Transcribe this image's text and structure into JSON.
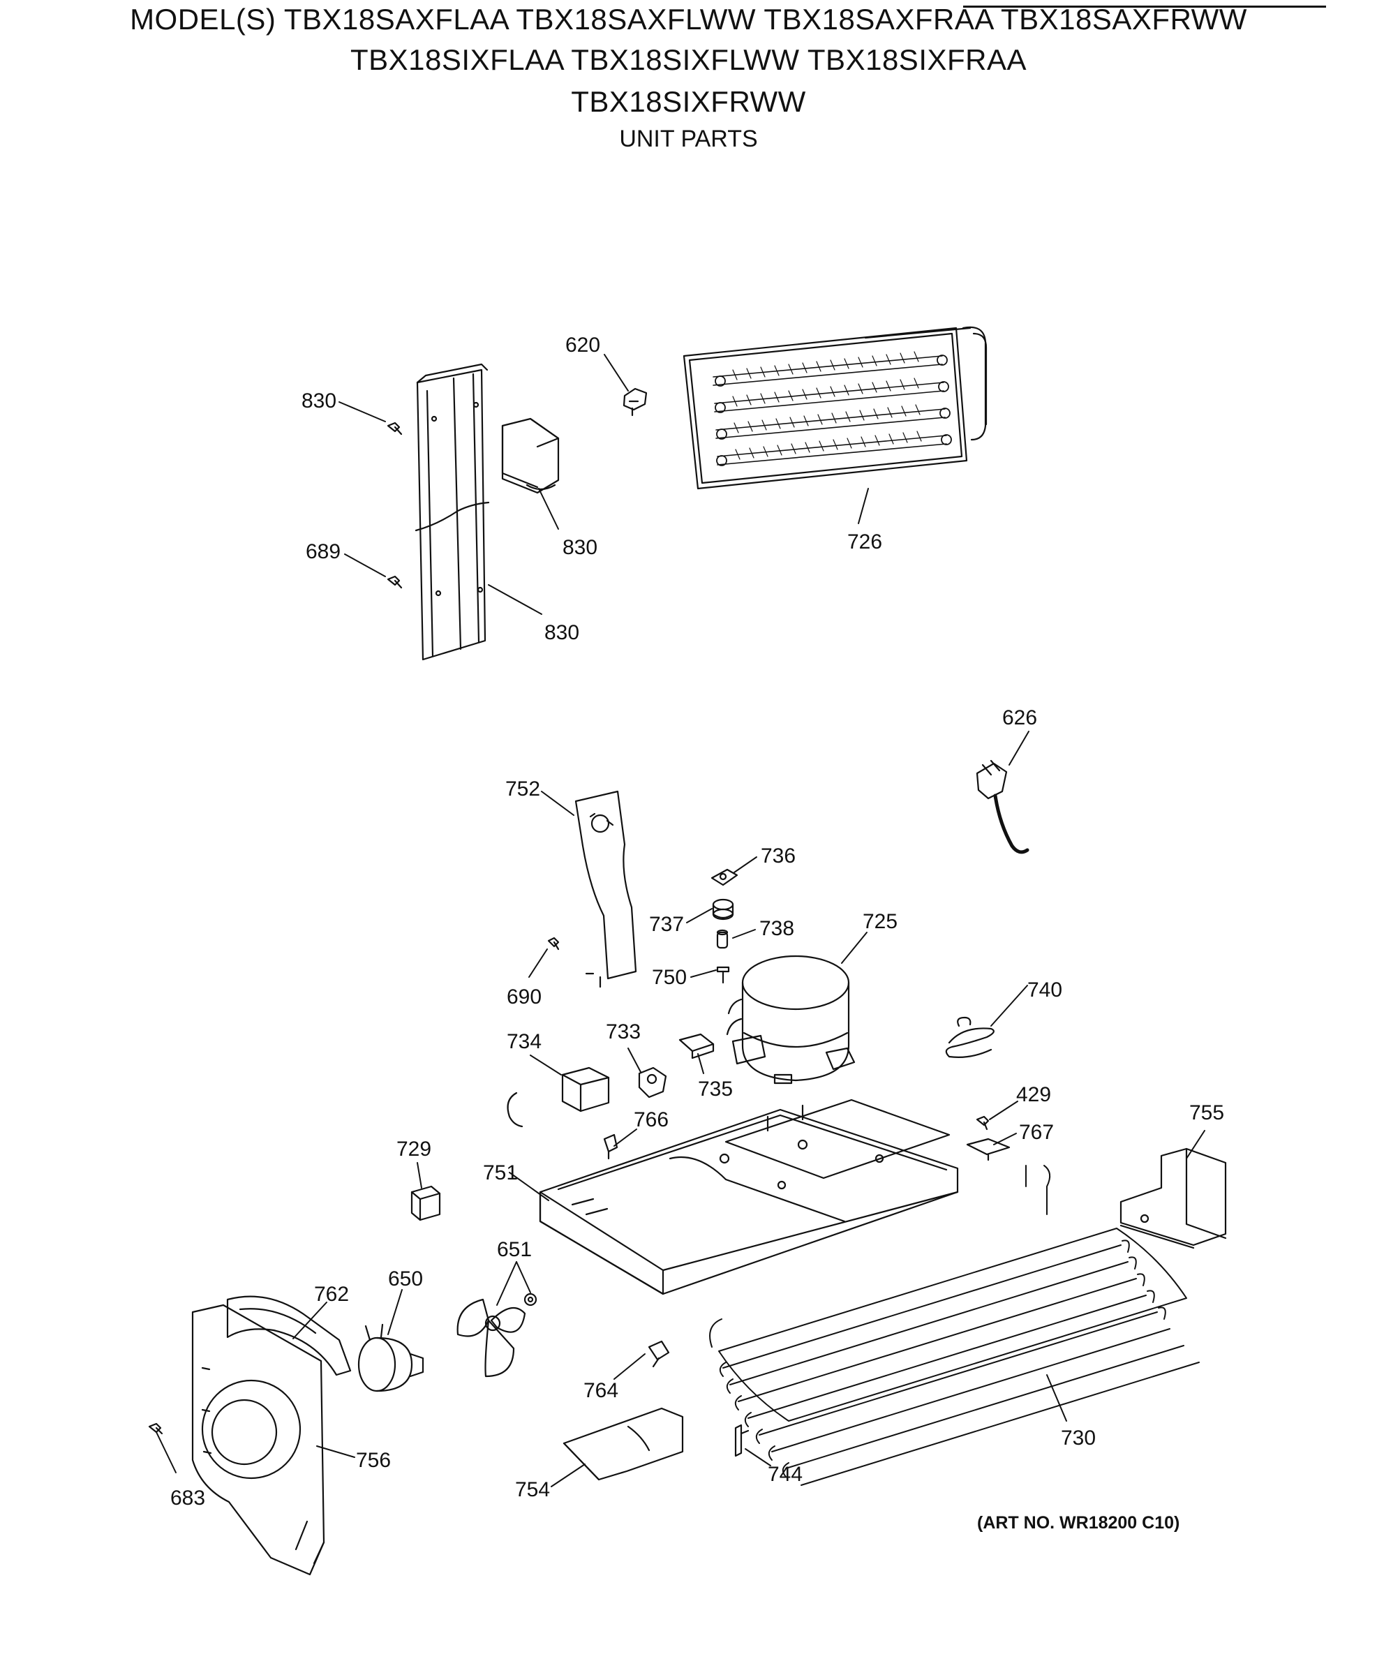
{
  "header": {
    "line1": "MODEL(S) TBX18SAXFLAA  TBX18SAXFLWW  TBX18SAXFRAA  TBX18SAXFRWW",
    "line2": "TBX18SIXFLAA  TBX18SIXFLWW  TBX18SIXFRAA",
    "line3": "TBX18SIXFRWW",
    "section": "UNIT PARTS"
  },
  "callouts": {
    "p620": "620",
    "p830a": "830",
    "p830b": "830",
    "p830c": "830",
    "p689": "689",
    "p726": "726",
    "p626": "626",
    "p752": "752",
    "p736": "736",
    "p737": "737",
    "p738": "738",
    "p725": "725",
    "p690": "690",
    "p750": "750",
    "p740": "740",
    "p734": "734",
    "p733": "733",
    "p735": "735",
    "p429": "429",
    "p755": "755",
    "p766": "766",
    "p767": "767",
    "p729": "729",
    "p751": "751",
    "p651": "651",
    "p762": "762",
    "p650": "650",
    "p764": "764",
    "p730": "730",
    "p683": "683",
    "p756": "756",
    "p754": "754",
    "p744": "744"
  },
  "art_number": "(ART NO. WR18200 C10)",
  "colors": {
    "ink": "#111111",
    "paper": "#ffffff"
  }
}
